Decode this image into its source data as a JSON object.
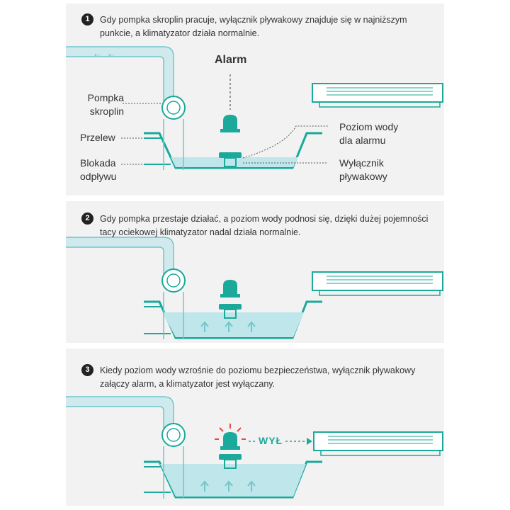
{
  "steps": [
    {
      "number": "1",
      "text": "Gdy pompka skroplin pracuje, wyłącznik pływakowy znajduje się w najniższym punkcie, a klimatyzator działa normalnie."
    },
    {
      "number": "2",
      "text": "Gdy pompka przestaje działać, a poziom wody podnosi się, dzięki dużej pojemności tacy ociekowej klimatyzator nadal działa normalnie."
    },
    {
      "number": "3",
      "text": "Kiedy poziom wody wzrośnie do poziomu bezpieczeństwa, wyłącznik pływakowy załączy alarm, a klimatyzator jest wyłączany."
    }
  ],
  "labels": {
    "alarm": "Alarm",
    "pump": "Pompka skroplin",
    "overflow": "Przelew",
    "drain_block": "Blokada odpływu",
    "alarm_level": "Poziom wody dla alarmu",
    "float_switch": "Wyłącznik pływakowy",
    "off": "WYŁ"
  },
  "colors": {
    "teal": "#1aa99a",
    "water": "#bfe6ea",
    "water_light": "#dff3f5",
    "panel": "#f2f2f2",
    "text": "#333333"
  }
}
